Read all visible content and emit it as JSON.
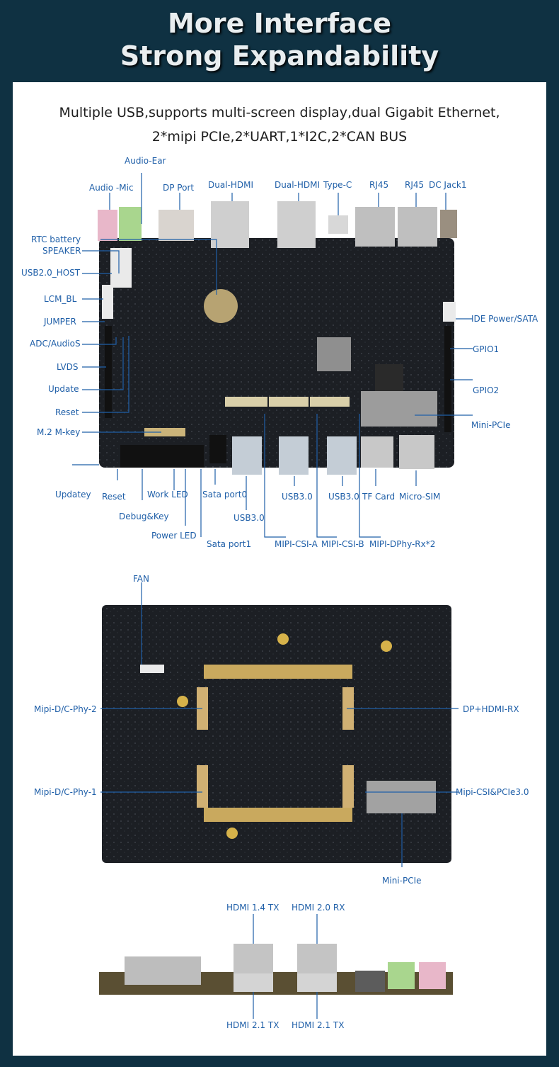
{
  "header": {
    "title_line1": "More Interface",
    "title_line2": "Strong Expandability"
  },
  "subtitle": {
    "line1": "Multiple USB,supports multi-screen display,dual Gigabit Ethernet,",
    "line2": "2*mipi PCIe,2*UART,1*I2C,2*CAN BUS"
  },
  "top_labels": {
    "audio_ear": "Audio-Ear",
    "audio_mic": "Audio -Mic",
    "dp_port": "DP Port",
    "dual_hdmi_1": "Dual-HDMI",
    "dual_hdmi_2": "Dual-HDMI",
    "type_c": "Type-C",
    "rj45_1": "RJ45",
    "rj45_2": "RJ45",
    "dc_jack": "DC Jack1",
    "rtc_battery": "RTC battery",
    "speaker": "SPEAKER",
    "usb_host": "USB2.0_HOST",
    "lcm_bl": "LCM_BL",
    "jumper": "JUMPER",
    "adc_audios": "ADC/AudioS",
    "lvds": "LVDS",
    "update": "Update",
    "reset": "Reset",
    "m2_mkey": "M.2 M-key",
    "ide_power": "IDE Power/SATA",
    "gpio1": "GPIO1",
    "gpio2": "GPIO2",
    "mini_pcie": "Mini-PCIe",
    "updatey": "Updatey",
    "reset2": "Reset",
    "work_led": "Work LED",
    "debug_key": "Debug&Key",
    "power_led": "Power LED",
    "sata0": "Sata port0",
    "sata1": "Sata port1",
    "usb30_a": "USB3.0",
    "usb30_b": "USB3.0",
    "usb30_c": "USB3.0",
    "tf_card": "TF Card",
    "micro_sim": "Micro-SIM",
    "csi_a": "MIPI-CSI-A",
    "csi_b": "MIPI-CSI-B",
    "dphy": "MIPI-DPhy-Rx*2"
  },
  "back_labels": {
    "fan": "FAN",
    "phy2": "Mipi-D/C-Phy-2",
    "phy1": "Mipi-D/C-Phy-1",
    "dp_hdmi_rx": "DP+HDMI-RX",
    "csi_pcie": "Mipi-CSI&PCIe3.0",
    "mini_pcie": "Mini-PCIe"
  },
  "side_labels": {
    "hdmi14tx": "HDMI 1.4 TX",
    "hdmi20rx": "HDMI 2.0 RX",
    "hdmi21tx_a": "HDMI 2.1 TX",
    "hdmi21tx_b": "HDMI 2.1 TX"
  },
  "colors": {
    "background": "#0f3142",
    "panel": "#ffffff",
    "label": "#1f5fa8",
    "pcb": "#1c1f24",
    "title": "#e9eef0"
  }
}
